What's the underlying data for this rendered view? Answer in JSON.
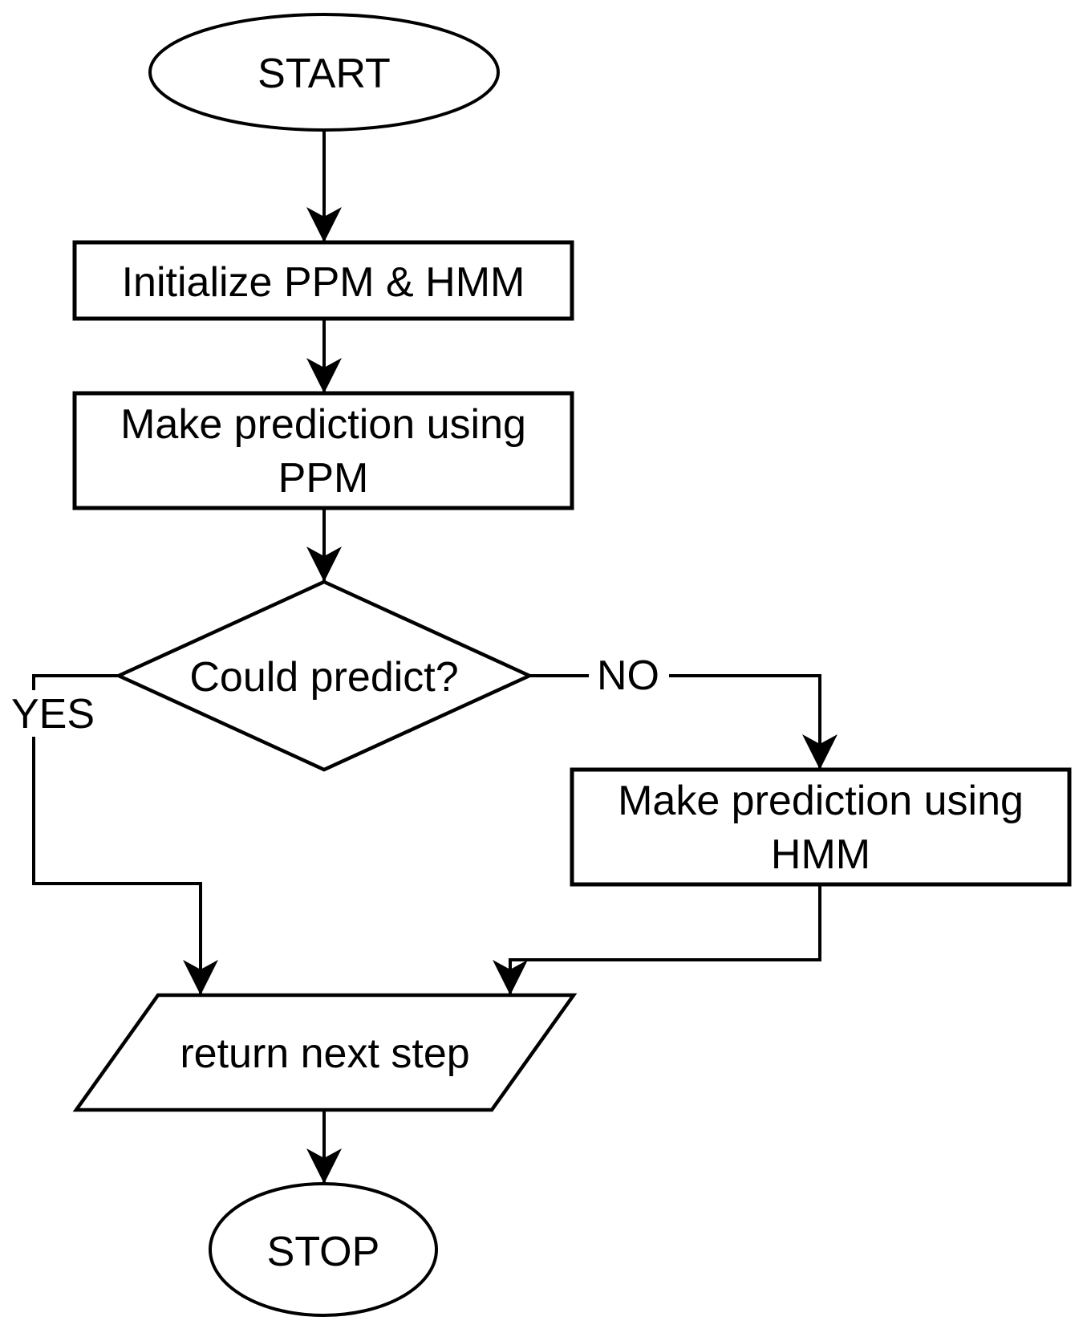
{
  "diagram": {
    "background_color": "#ffffff",
    "stroke_color": "#000000",
    "text_color": "#000000",
    "nodes": {
      "start": {
        "shape": "ellipse",
        "label": "START"
      },
      "init": {
        "shape": "rectangle",
        "label": "Initialize PPM & HMM"
      },
      "predict_ppm": {
        "shape": "rectangle",
        "label_line1": "Make prediction using",
        "label_line2": "PPM"
      },
      "decision": {
        "shape": "diamond",
        "label": "Could predict?"
      },
      "predict_hmm": {
        "shape": "rectangle",
        "label_line1": "Make prediction using",
        "label_line2": "HMM"
      },
      "return_step": {
        "shape": "parallelogram",
        "label": "return next step"
      },
      "stop": {
        "shape": "ellipse",
        "label": "STOP"
      }
    },
    "edges": {
      "yes_label": "YES",
      "no_label": "NO"
    }
  }
}
